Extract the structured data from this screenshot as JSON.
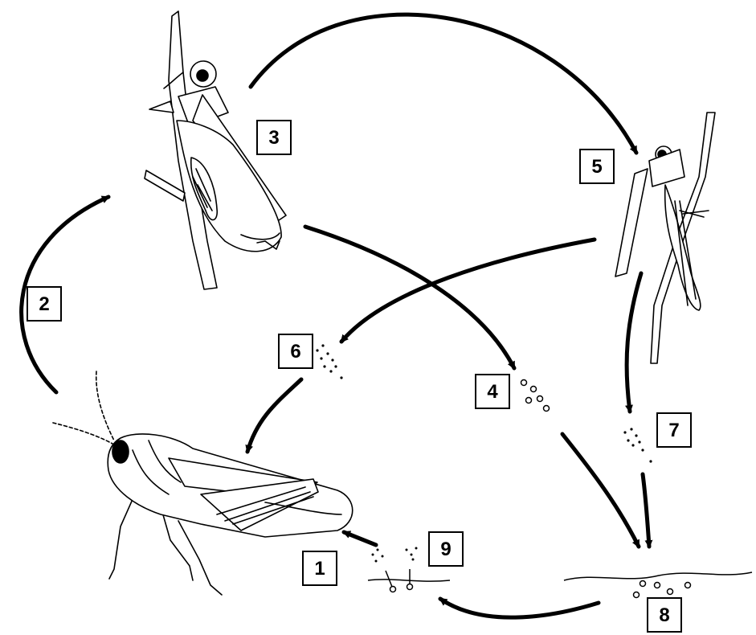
{
  "labels": {
    "1": "1",
    "2": "2",
    "3": "3",
    "4": "4",
    "5": "5",
    "6": "6",
    "7": "7",
    "8": "8",
    "9": "9"
  },
  "colors": {
    "ink": "#000000",
    "background": "#ffffff"
  }
}
